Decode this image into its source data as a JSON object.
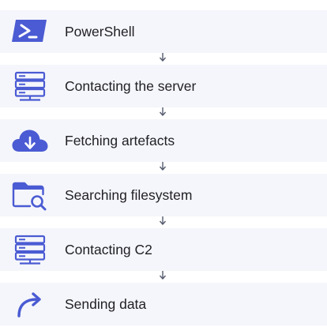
{
  "flow": {
    "steps": [
      {
        "label": "PowerShell",
        "icon": "powershell-icon"
      },
      {
        "label": "Contacting the server",
        "icon": "server-icon"
      },
      {
        "label": "Fetching artefacts",
        "icon": "cloud-download-icon"
      },
      {
        "label": "Searching filesystem",
        "icon": "folder-search-icon"
      },
      {
        "label": "Contacting C2",
        "icon": "server-icon"
      },
      {
        "label": "Sending data",
        "icon": "forward-arrow-icon"
      }
    ]
  },
  "colors": {
    "accent": "#4a5bd3",
    "row_background": "#f5f6fb",
    "connector": "#555a6e",
    "text": "#1f1f24"
  }
}
